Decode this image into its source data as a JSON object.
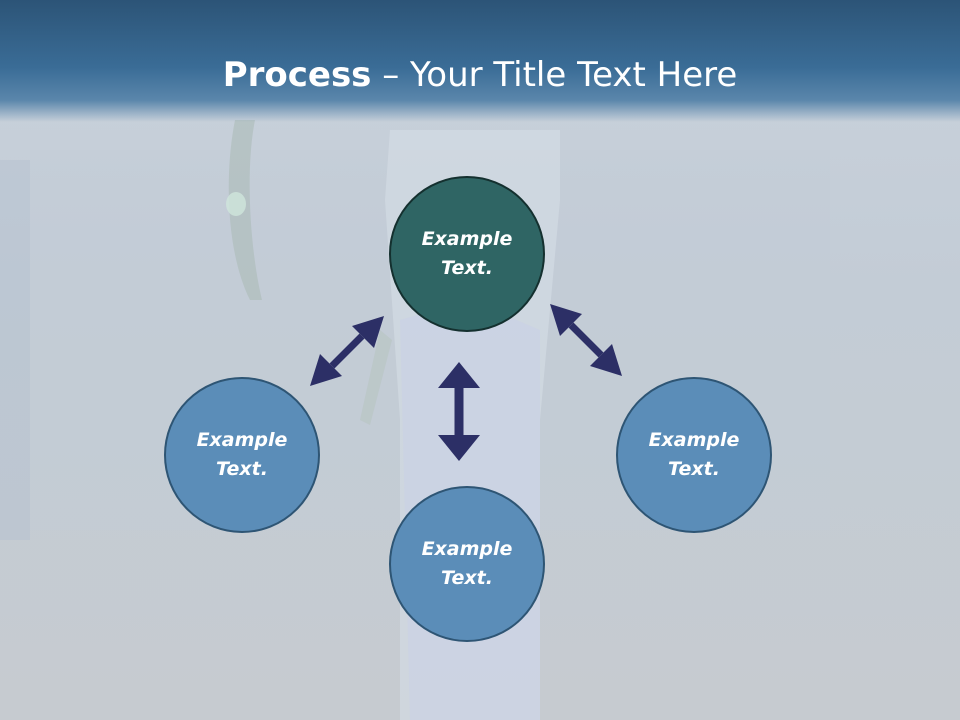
{
  "slide": {
    "title_bold": "Process",
    "title_rest": " – Your Title Text Here"
  },
  "nodes": {
    "top": "Example\nText.",
    "left": "Example\nText.",
    "right": "Example\nText.",
    "bottom": "Example\nText."
  },
  "colors": {
    "header": "#2c5477",
    "top_node": "#2f6564",
    "side_nodes": "#5b8db8",
    "arrows": "#2c2f66"
  }
}
